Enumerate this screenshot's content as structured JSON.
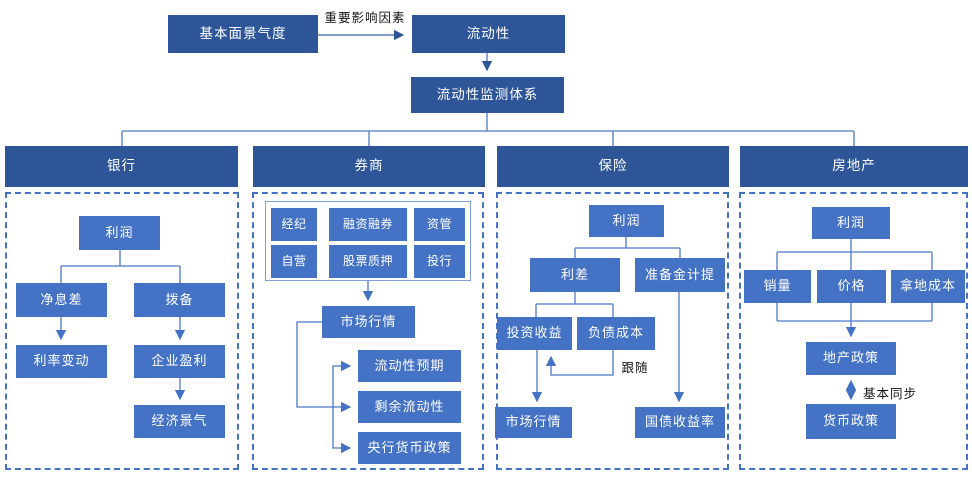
{
  "colors": {
    "header_fill": "#2e5597",
    "node_fill": "#4472c4",
    "connector_line": "#4b79c8",
    "dark_arrow": "#2f5597",
    "dashed_border": "#4472c4",
    "grid_border": "#7fa0d8",
    "box_text": "#ffffff",
    "label_text": "#141414"
  },
  "top": {
    "fundamentals": "基本面景气度",
    "edge_label": "重要影响因素",
    "liquidity": "流动性",
    "monitoring_system": "流动性监测体系"
  },
  "bank": {
    "header": "银行",
    "profit": "利润",
    "net_interest_margin": "净息差",
    "provision": "拨备",
    "rate_change": "利率变动",
    "corporate_earnings": "企业盈利",
    "economic_climate": "经济景气"
  },
  "broker": {
    "header": "券商",
    "businesses": [
      "经纪",
      "融资融券",
      "资管",
      "自营",
      "股票质押",
      "投行"
    ],
    "market": "市场行情",
    "liquidity_expectation": "流动性预期",
    "residual_liquidity": "剩余流动性",
    "central_bank_policy": "央行货币政策"
  },
  "insurance": {
    "header": "保险",
    "profit": "利润",
    "spread": "利差",
    "reserve_provision": "准备金计提",
    "investment_return": "投资收益",
    "liability_cost": "负债成本",
    "follow_label": "跟随",
    "market": "市场行情",
    "treasury_yield": "国债收益率"
  },
  "real_estate": {
    "header": "房地产",
    "profit": "利润",
    "sales": "销量",
    "price": "价格",
    "land_cost": "拿地成本",
    "property_policy": "地产政策",
    "sync_label": "基本同步",
    "monetary_policy": "货币政策"
  }
}
